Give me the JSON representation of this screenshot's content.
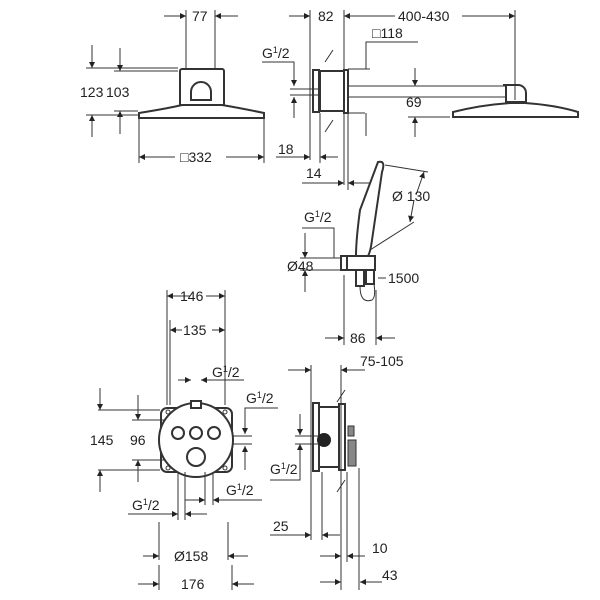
{
  "headshower_front": {
    "width_top": "77",
    "height_total": "123",
    "height_body": "103",
    "size": "□332"
  },
  "headshower_side": {
    "wall_depth": "82",
    "arm_length": "400-430",
    "plate": "□118",
    "thread": {
      "g": "G",
      "num": "1",
      "den": "/2"
    },
    "drop": "69",
    "d18": "18",
    "d14": "14"
  },
  "handshower": {
    "diameter": "Ø 130",
    "thread": {
      "g": "G",
      "num": "1",
      "den": "/2"
    },
    "outlet": "Ø48",
    "hose": "1500",
    "depth": "86"
  },
  "valve_front": {
    "w146": "146",
    "w135": "135",
    "h145": "145",
    "h96": "96",
    "d158": "Ø158",
    "w176": "176",
    "thread": {
      "g": "G",
      "num": "1",
      "den": "/2"
    }
  },
  "valve_side": {
    "depth": "75-105",
    "d25": "25",
    "d10": "10",
    "d43": "43"
  }
}
